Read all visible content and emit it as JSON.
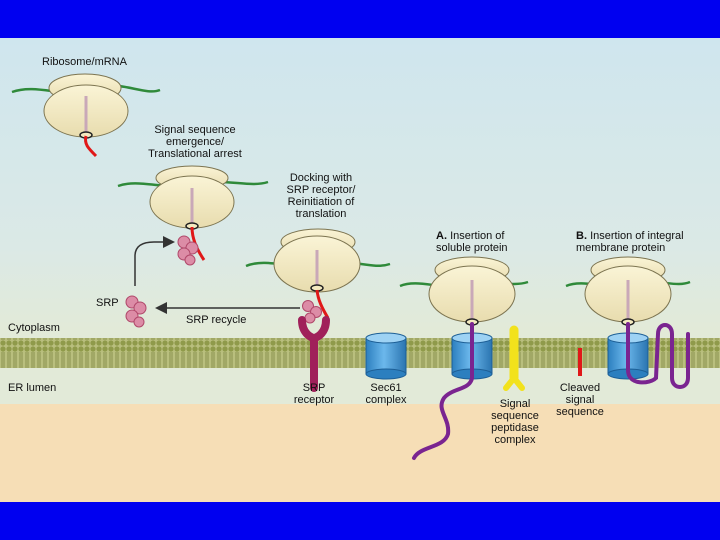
{
  "colors": {
    "frame_blue": "#0000f0",
    "cytoplasm": "#d4e8ee",
    "er_lumen": "#f6deb6",
    "membrane": "#9ea85c",
    "ribosome": "#f4eac0",
    "mrna": "#2f8a3a",
    "signal_sequence": "#e01818",
    "srp": "#dc8ca6",
    "srp_receptor": "#a0205a",
    "sec61": "#3f9ad6",
    "peptidase": "#f2e21c",
    "nascent_protein": "#7a2490"
  },
  "labels": {
    "ribosome_mrna": "Ribosome/mRNA",
    "signal_emergence_1": "Signal sequence",
    "signal_emergence_2": "emergence/",
    "signal_emergence_3": "Translational arrest",
    "docking_1": "Docking with",
    "docking_2": "SRP receptor/",
    "docking_3": "Reinitiation of",
    "docking_4": "translation",
    "insertion_a_letter": "A.",
    "insertion_a_1": "Insertion of",
    "insertion_a_2": "soluble protein",
    "insertion_b_letter": "B.",
    "insertion_b_1": "Insertion of integral",
    "insertion_b_2": "membrane protein",
    "srp": "SRP",
    "srp_recycle": "SRP recycle",
    "cytoplasm": "Cytoplasm",
    "er_lumen": "ER lumen",
    "srp_receptor_1": "SRP",
    "srp_receptor_2": "receptor",
    "sec61_1": "Sec61",
    "sec61_2": "complex",
    "peptidase_1": "Signal",
    "peptidase_2": "sequence",
    "peptidase_3": "peptidase",
    "peptidase_4": "complex",
    "cleaved_1": "Cleaved",
    "cleaved_2": "signal",
    "cleaved_3": "sequence"
  }
}
